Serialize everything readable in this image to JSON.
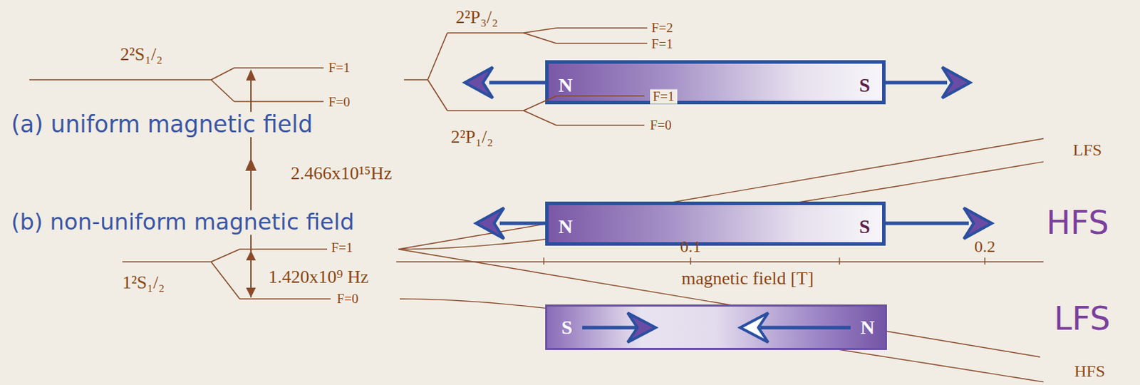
{
  "diagram": {
    "nodes": [
      {
        "text": [
          "N",
          "S"
        ]
      },
      {
        "text": [
          "N",
          "S"
        ]
      },
      {
        "text": [
          "S",
          "N"
        ]
      }
    ],
    "labels": [
      "(a) uniform magnetic field",
      "2²S₁/₂",
      "F=1",
      "F=0",
      "2²P₃/₂",
      "F=2",
      "F=1",
      "F=1",
      "F=0",
      "2²P₁/₂",
      "2.466x10¹⁵Hz",
      "LFS",
      "(b) non-uniform magnetic field",
      "HFS",
      "0.1",
      "0.2",
      "F=1",
      "1²S₁/₂",
      "1.420x10⁹ Hz",
      "magnetic field [T]",
      "F=0",
      "LFS",
      "HFS"
    ]
  }
}
